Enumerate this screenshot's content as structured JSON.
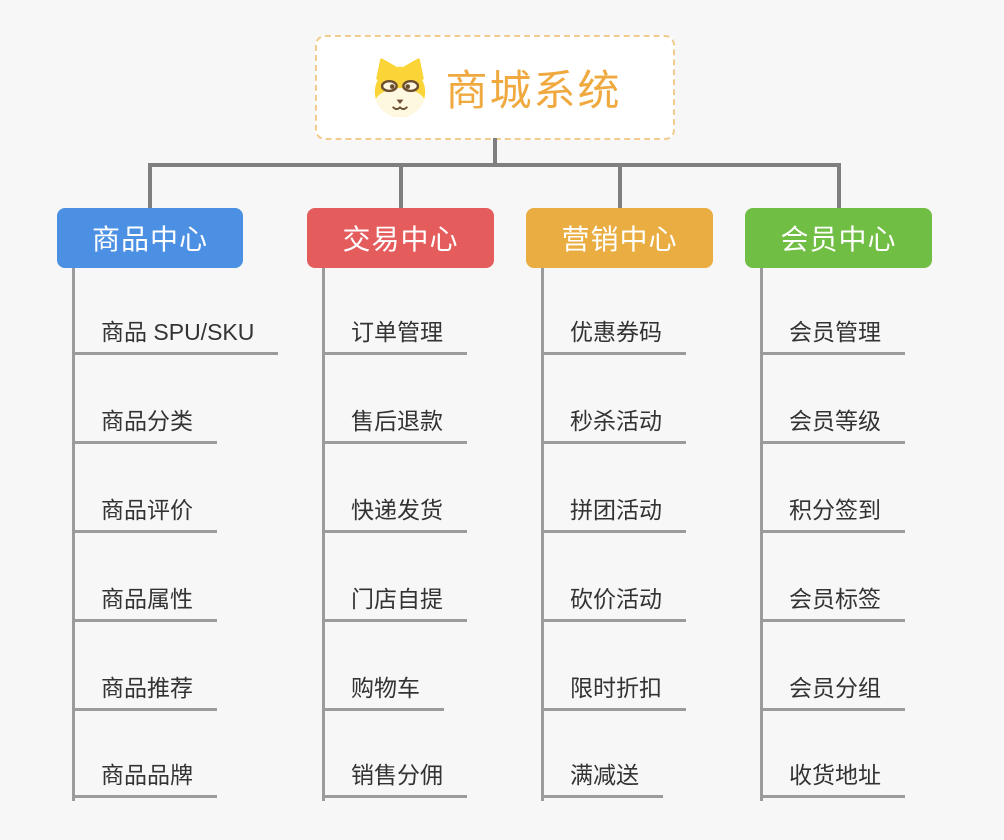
{
  "page": {
    "background_color": "#f7f7f7",
    "connector_color": "#7f7f7f",
    "underline_color": "#9b9b9b",
    "leaf_text_color": "#333333"
  },
  "root": {
    "label": "商城系统",
    "text_color": "#efa93f",
    "border_color": "#f2cc8f",
    "icon": "dog-face-icon",
    "icon_colors": {
      "fur": "#fbd438",
      "muzzle": "#fff8e1",
      "features": "#6b4e2e"
    }
  },
  "branches": [
    {
      "id": "product-center",
      "label": "商品中心",
      "color": "#4b90e2",
      "children": [
        "商品 SPU/SKU",
        "商品分类",
        "商品评价",
        "商品属性",
        "商品推荐",
        "商品品牌"
      ]
    },
    {
      "id": "trade-center",
      "label": "交易中心",
      "color": "#e45c5c",
      "children": [
        "订单管理",
        "售后退款",
        "快递发货",
        "门店自提",
        "购物车",
        "销售分佣"
      ]
    },
    {
      "id": "marketing-center",
      "label": "营销中心",
      "color": "#e9ad41",
      "children": [
        "优惠券码",
        "秒杀活动",
        "拼团活动",
        "砍价活动",
        "限时折扣",
        "满减送"
      ]
    },
    {
      "id": "member-center",
      "label": "会员中心",
      "color": "#70be44",
      "children": [
        "会员管理",
        "会员等级",
        "积分签到",
        "会员标签",
        "会员分组",
        "收货地址"
      ]
    }
  ]
}
